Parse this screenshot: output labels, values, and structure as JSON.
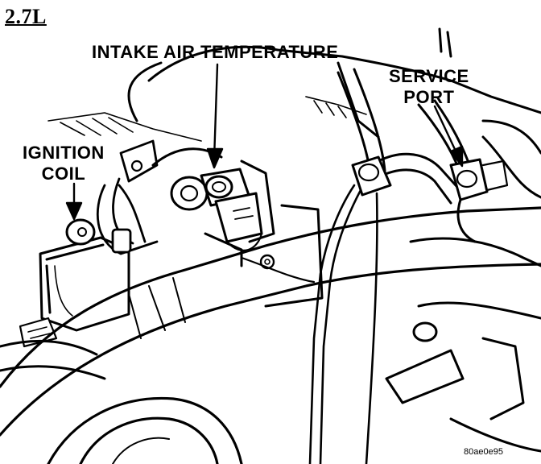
{
  "engine_label": "2.7L",
  "callouts": {
    "intake_air_temperature": "INTAKE AIR TEMPERATURE",
    "service_port_line1": "SERVICE",
    "service_port_line2": "PORT",
    "ignition_coil_line1": "IGNITION",
    "ignition_coil_line2": "COIL"
  },
  "figure_code": "80ae0e95",
  "colors": {
    "ink": "#000000",
    "paper": "#ffffff"
  }
}
